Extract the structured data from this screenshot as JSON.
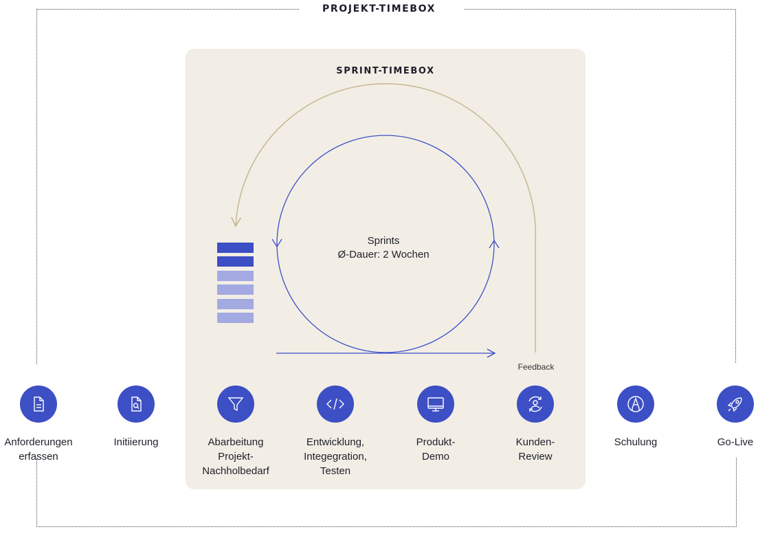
{
  "project_timebox": {
    "title": "PROJEKT-TIMEBOX"
  },
  "sprint_timebox": {
    "title": "SPRINT-TIMEBOX",
    "cycle_label_line1": "Sprints",
    "cycle_label_line2": "Ø-Dauer: 2 Wochen",
    "feedback_label": "Feedback"
  },
  "colors": {
    "accent_blue": "#3d4fc4",
    "backlog_light": "#a3a9e1",
    "feedback_arc": "#cbb995",
    "sprint_box_bg": "#f2eee6"
  },
  "backlog": {
    "dark_items": 2,
    "light_items": 4
  },
  "steps": [
    {
      "icon": "document-icon",
      "label": "Anforderungen\nerfassen"
    },
    {
      "icon": "document-search-icon",
      "label": "Initiierung"
    },
    {
      "icon": "funnel-icon",
      "label": "Abarbeitung\nProjekt-\nNachholbedarf"
    },
    {
      "icon": "code-icon",
      "label": "Entwicklung,\nIntegegration,\nTesten"
    },
    {
      "icon": "monitor-icon",
      "label": "Produkt-\nDemo"
    },
    {
      "icon": "user-cycle-icon",
      "label": "Kunden-\nReview"
    },
    {
      "icon": "pen-nib-icon",
      "label": "Schulung"
    },
    {
      "icon": "rocket-icon",
      "label": "Go-Live"
    }
  ]
}
